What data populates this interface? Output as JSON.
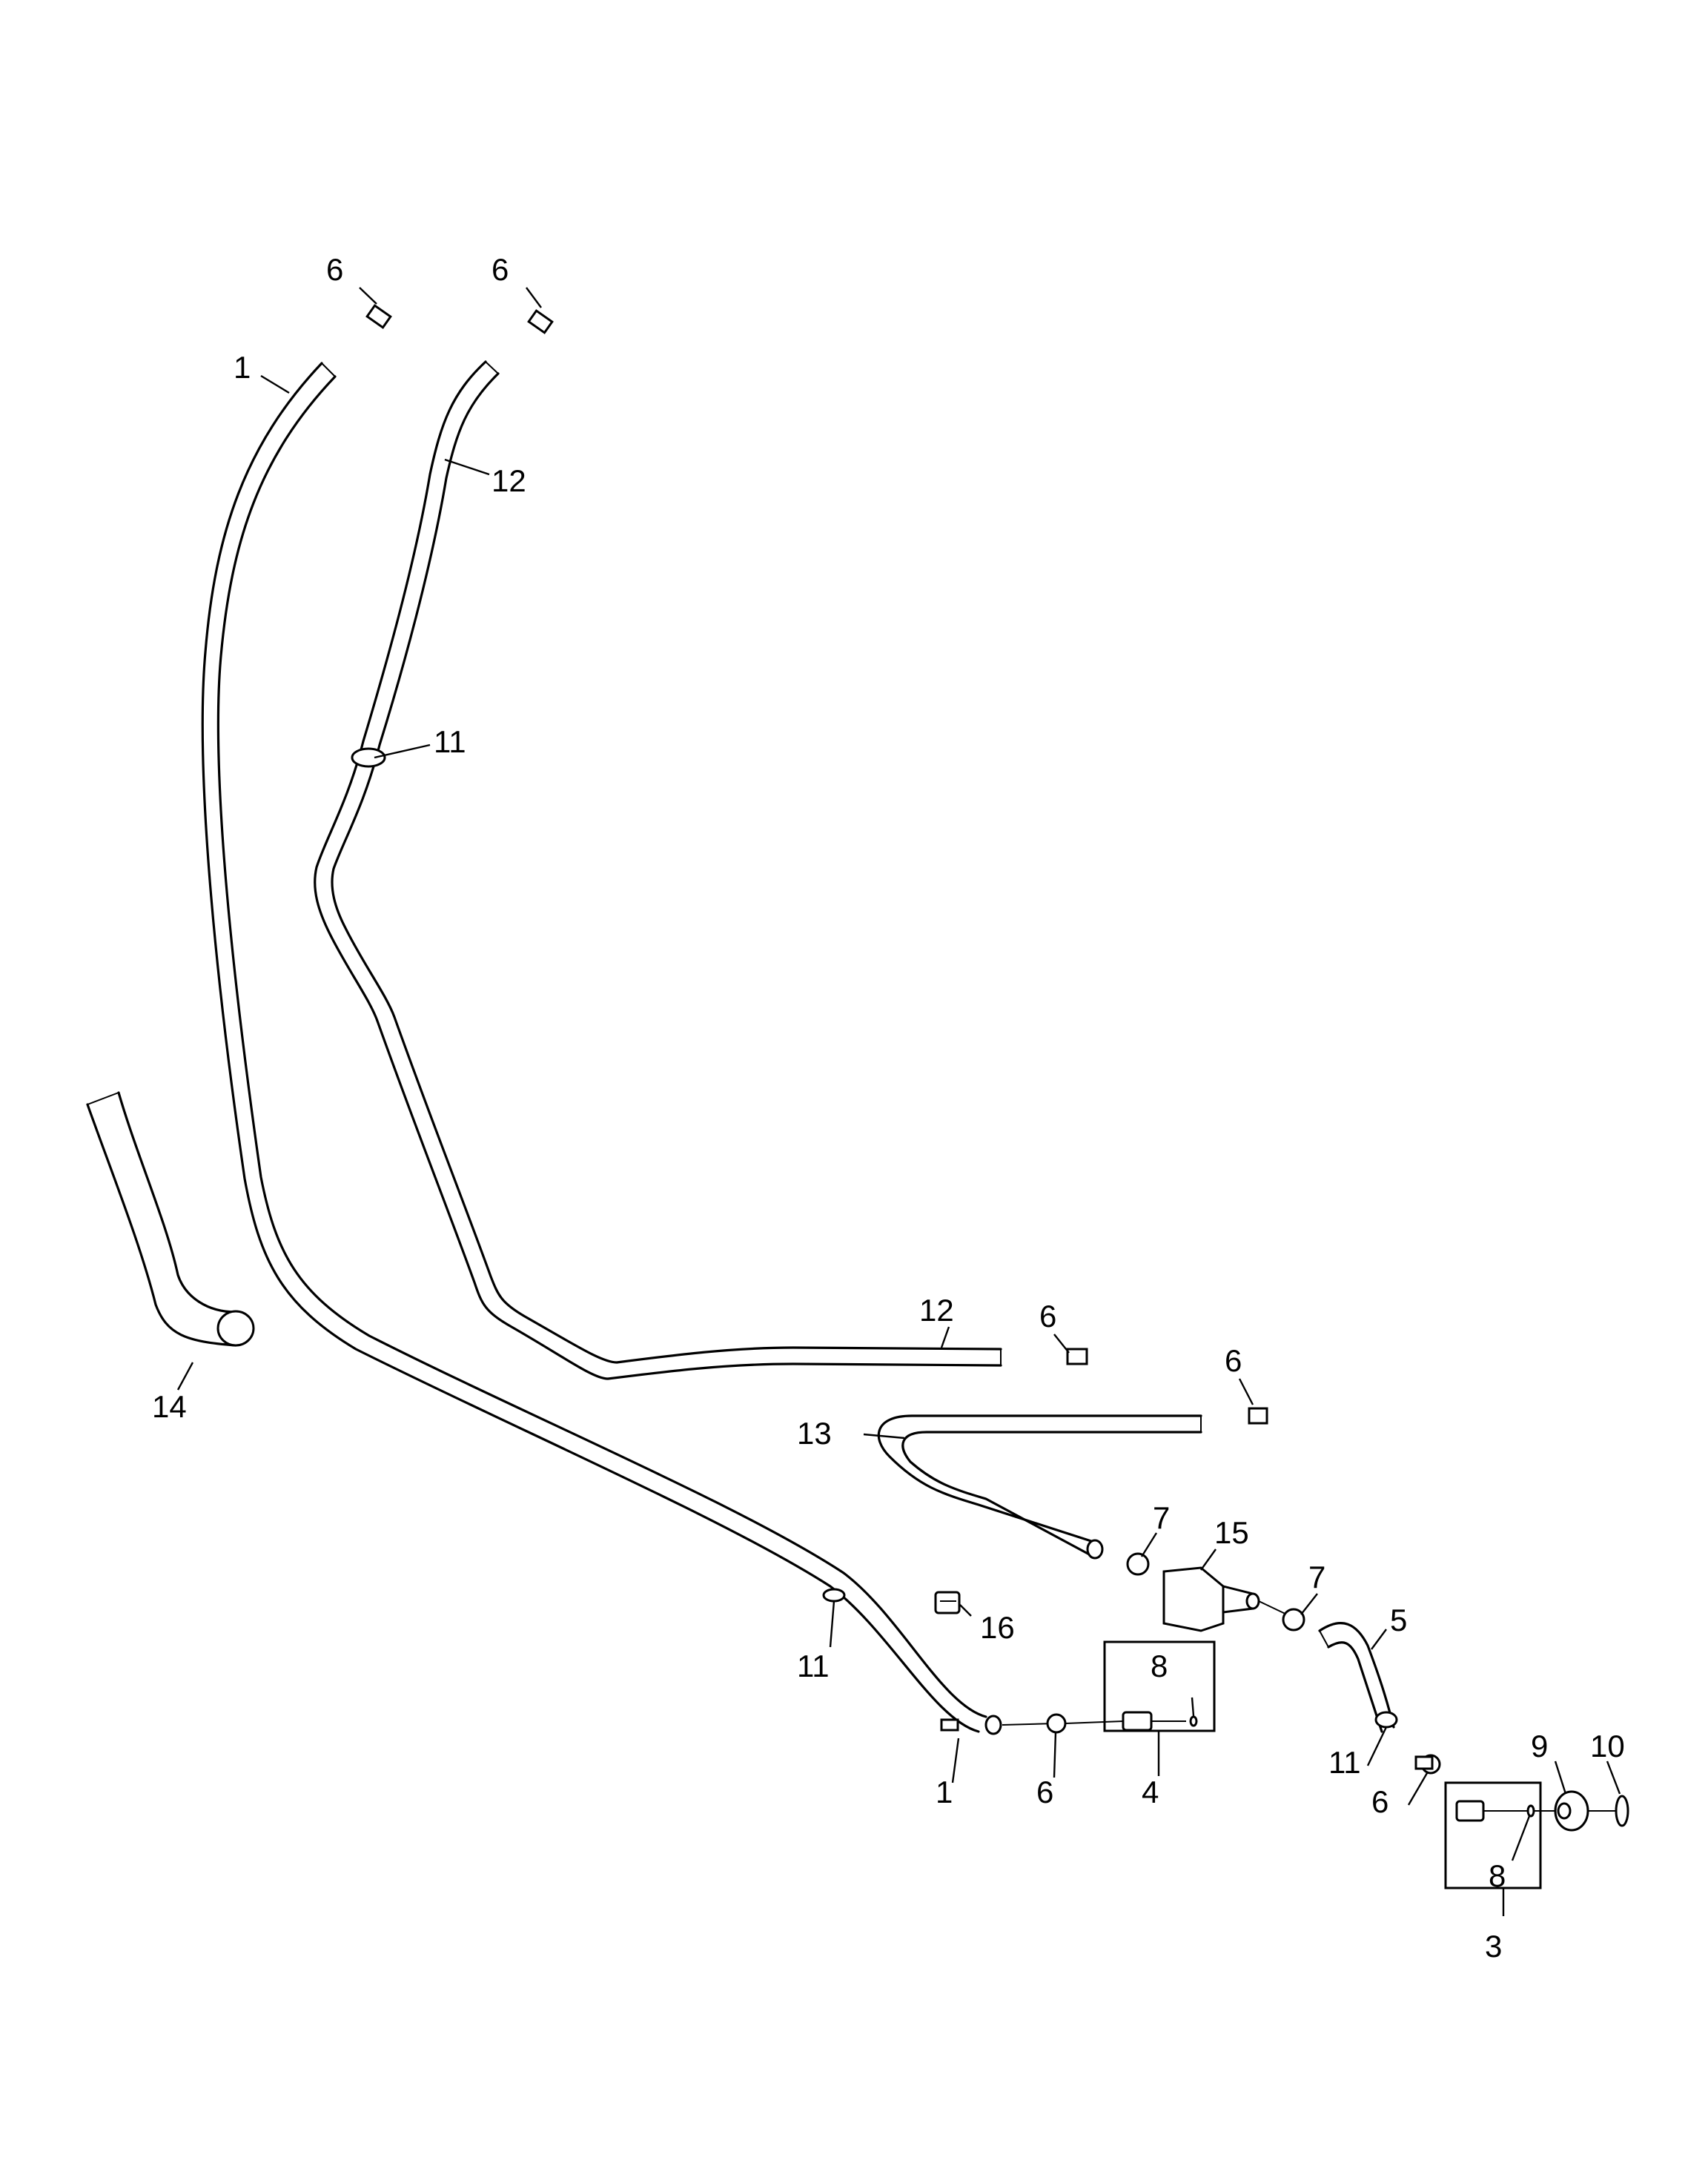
{
  "diagram": {
    "callouts": {
      "c1_top": "1",
      "c1_bottom": "1",
      "c3": "3",
      "c4": "4",
      "c5": "5",
      "c6_top_left": "6",
      "c6_top_right": "6",
      "c6_mid_a": "6",
      "c6_mid_b": "6",
      "c6_bottom_a": "6",
      "c6_bottom_b": "6",
      "c7_a": "7",
      "c7_b": "7",
      "c8_a": "8",
      "c8_b": "8",
      "c9": "9",
      "c10": "10",
      "c11_top": "11",
      "c11_mid": "11",
      "c11_bottom": "11",
      "c12_top": "12",
      "c12_bottom": "12",
      "c13": "13",
      "c14": "14",
      "c15": "15",
      "c16": "16"
    }
  }
}
